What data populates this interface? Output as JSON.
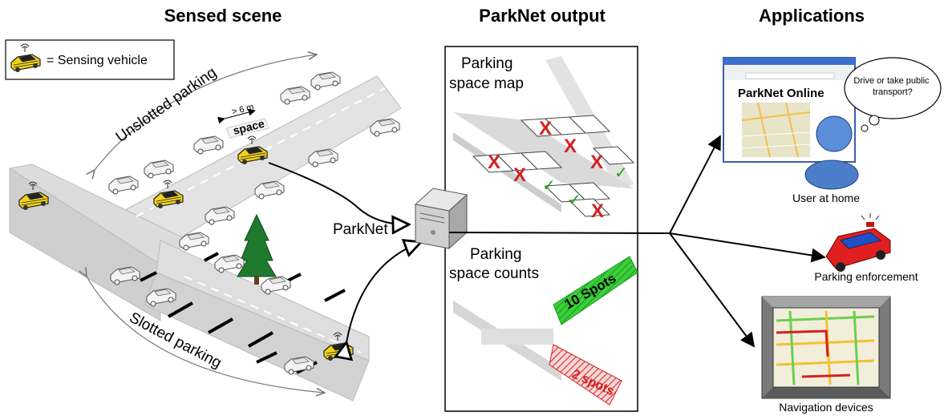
{
  "headings": {
    "sensed": "Sensed scene",
    "output": "ParkNet output",
    "apps": "Applications"
  },
  "legend": {
    "text": "= Sensing vehicle"
  },
  "scene": {
    "unslotted": "Unslotted parking",
    "slotted": "Slotted parking",
    "distance": "> 6 m",
    "space": "space"
  },
  "link_label": "ParkNet",
  "output": {
    "map_title_1": "Parking",
    "map_title_2": "space map",
    "counts_title_1": "Parking",
    "counts_title_2": "space counts",
    "spots_free": "10 Spots",
    "spots_few": "2 spots"
  },
  "apps": {
    "browser_title": "ParkNet Online",
    "thought": "Drive or take public transport?",
    "user": "User at home",
    "enforcement": "Parking enforcement",
    "navigation": "Navigation devices"
  },
  "colors": {
    "free": "#1aa31a",
    "occupied": "#d42020",
    "sensing_vehicle": "#f2d21a",
    "road": "#d9d9d9"
  }
}
